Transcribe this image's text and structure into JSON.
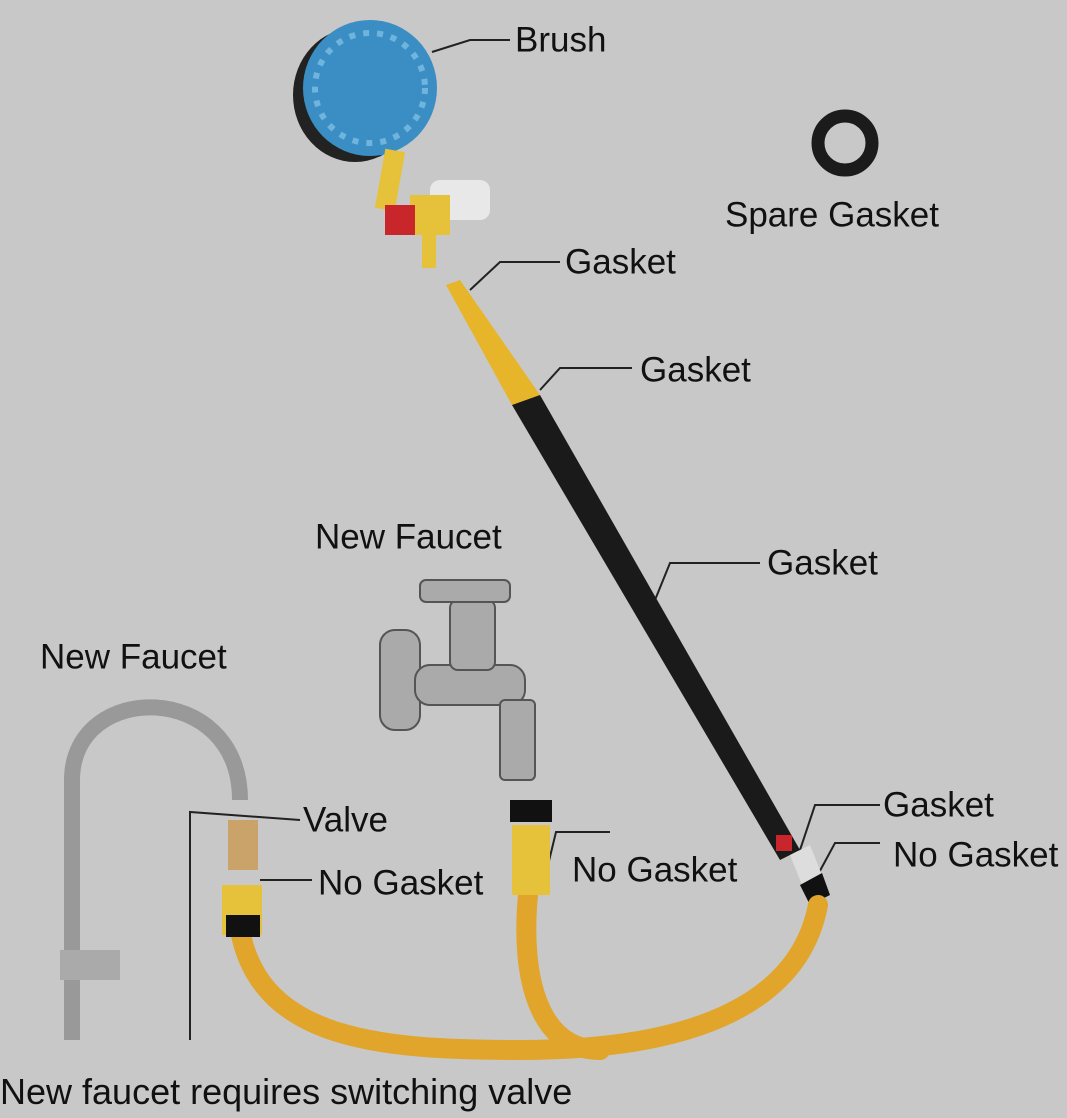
{
  "labels": {
    "brush": "Brush",
    "spare_gasket": "Spare Gasket",
    "gasket_1": "Gasket",
    "gasket_2": "Gasket",
    "new_faucet_wall": "New Faucet",
    "gasket_3": "Gasket",
    "new_faucet_kitchen": "New Faucet",
    "valve": "Valve",
    "gasket_4": "Gasket",
    "no_gasket_right": "No Gasket",
    "no_gasket_left": "No Gasket",
    "no_gasket_middle": "No Gasket",
    "footer_note": "New faucet requires switching valve"
  },
  "colors": {
    "background": "#c8c8c8",
    "hose": "#e0a52a",
    "brush": "#3b8ec4",
    "pole": "#1a1a1a",
    "valve_handle": "#c8262a"
  }
}
